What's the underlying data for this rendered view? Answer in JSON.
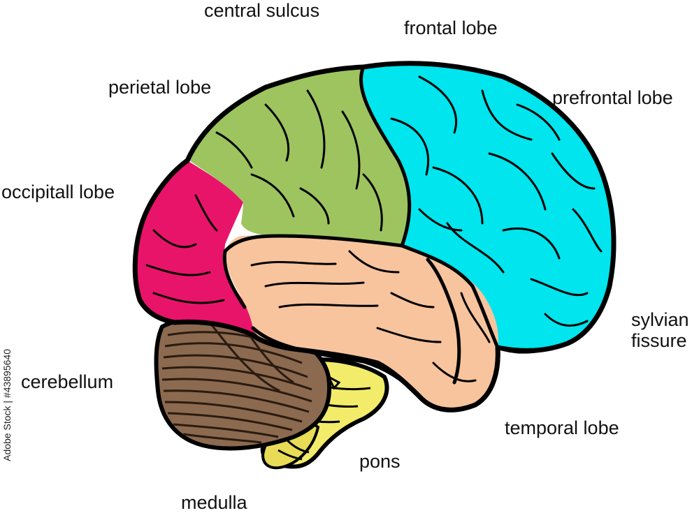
{
  "labels": {
    "central_sulcus": "central sulcus",
    "frontal_lobe": "frontal lobe",
    "perietal_lobe": "perietal lobe",
    "prefrontal_lobe": "prefrontal lobe",
    "occipitall_lobe": "occipitall lobe",
    "sylvian_fissure_line1": "sylvian",
    "sylvian_fissure_line2": "fissure",
    "cerebellum": "cerebellum",
    "temporal_lobe": "temporal lobe",
    "pons": "pons",
    "medulla": "medulla"
  },
  "watermark": "Adobe Stock | #43895640",
  "colors": {
    "frontal": "#00E5EE",
    "parietal": "#9DC45F",
    "occipital": "#E8146A",
    "temporal": "#F7C49E",
    "cerebellum": "#8B6A50",
    "brainstem": "#F3EB6A",
    "outline": "#000000"
  }
}
